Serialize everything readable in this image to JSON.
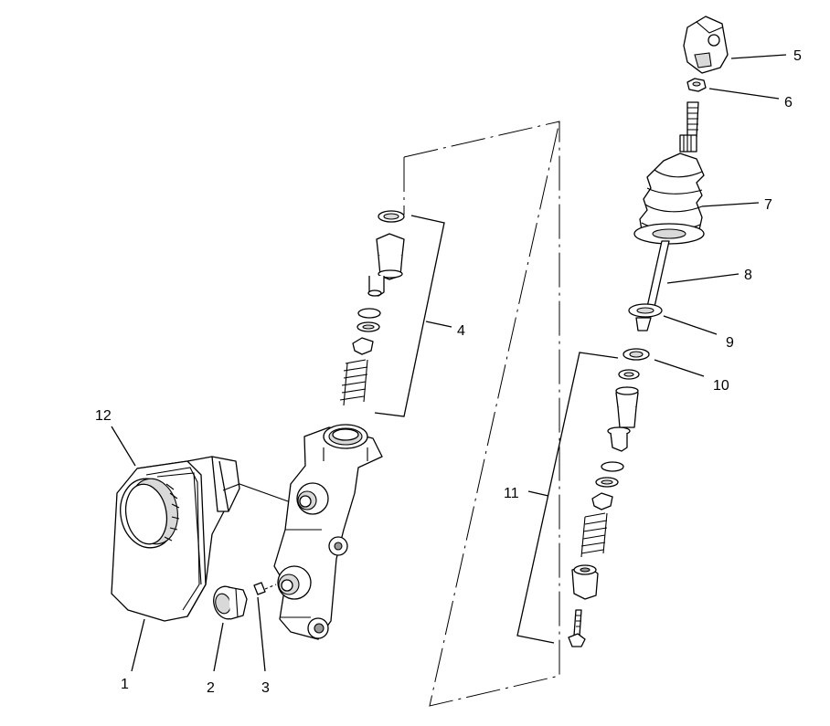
{
  "diagram": {
    "type": "exploded parts diagram",
    "callouts": [
      {
        "id": "1",
        "label": "1"
      },
      {
        "id": "2",
        "label": "2"
      },
      {
        "id": "3",
        "label": "3"
      },
      {
        "id": "4",
        "label": "4"
      },
      {
        "id": "5",
        "label": "5"
      },
      {
        "id": "6",
        "label": "6"
      },
      {
        "id": "7",
        "label": "7"
      },
      {
        "id": "8",
        "label": "8"
      },
      {
        "id": "9",
        "label": "9"
      },
      {
        "id": "10",
        "label": "10"
      },
      {
        "id": "11",
        "label": "11"
      },
      {
        "id": "12",
        "label": "12"
      }
    ]
  }
}
